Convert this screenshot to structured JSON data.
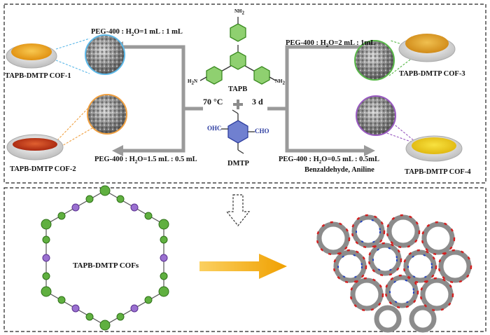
{
  "top": {
    "reaction": {
      "temperature": "70 °C",
      "time": "3 d",
      "monomer_amine": "TAPB",
      "monomer_aldehyde": "DMTP",
      "amine_groups": [
        "NH",
        "NH",
        "NH"
      ],
      "aldehyde_groups": [
        "OHC",
        "CHO"
      ]
    },
    "conditions": {
      "cof1": {
        "prefix": "PEG-400 : H",
        "sub": "2",
        "suffix": "O=1 mL : 1 mL"
      },
      "cof2": {
        "prefix": "PEG-400 : H",
        "sub": "2",
        "suffix": "O=1.5 mL : 0.5 mL"
      },
      "cof3": {
        "prefix": "PEG-400 : H",
        "sub": "2",
        "suffix": "O=2 mL : 1mL"
      },
      "cof4": {
        "prefix": "PEG-400 : H",
        "sub": "2",
        "suffix": "O=0.5 mL : 0.5mL",
        "extra": "Benzaldehyde, Aniline"
      }
    },
    "products": {
      "cof1": "TAPB-DMTP COF-1",
      "cof2": "TAPB-DMTP COF-2",
      "cof3": "TAPB-DMTP COF-3",
      "cof4": "TAPB-DMTP COF-4"
    },
    "colors": {
      "cof1": "#f0a818",
      "cof2": "#c84018",
      "cof3": "#e8a828",
      "cof4": "#f2d21a",
      "ring_cof1": "#5cb8e8",
      "ring_cof2": "#f0a040",
      "ring_cof3": "#58b848",
      "ring_cof4": "#9858c0"
    }
  },
  "bottom": {
    "framework_label": "TAPB-DMTP COFs",
    "colors": {
      "benzene": "#50a030",
      "dmtp": "#9060c0",
      "arrow": "#f5b010"
    }
  }
}
